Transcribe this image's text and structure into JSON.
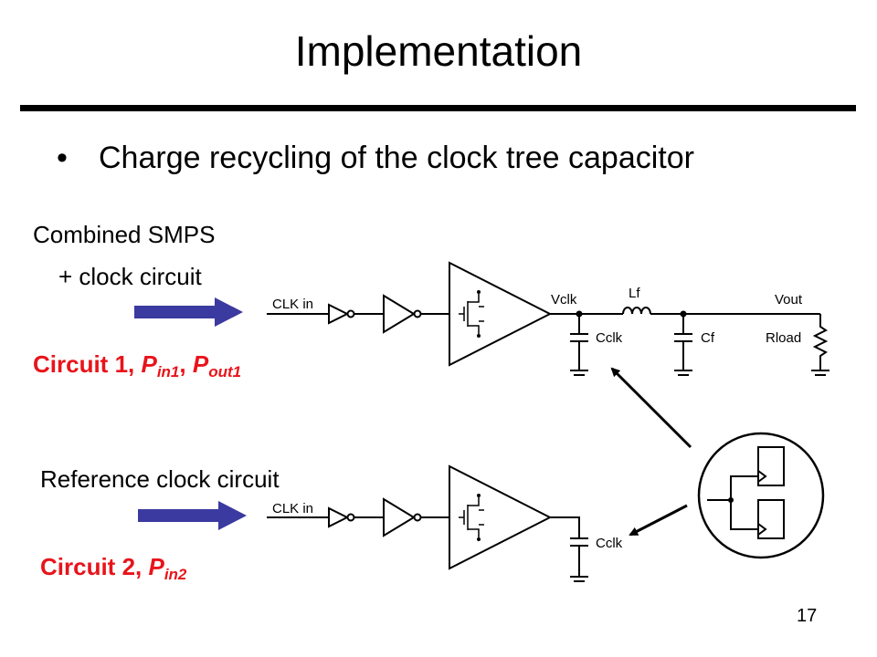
{
  "slide": {
    "title": "Implementation",
    "bullet": "Charge recycling of the clock tree capacitor",
    "page_number": "17"
  },
  "top_block": {
    "label_line1": "Combined SMPS",
    "label_line2": "+ clock circuit",
    "circuit_name": "Circuit 1, ",
    "p_in_sym": "P",
    "p_in_sub": "in1",
    "sep": ", ",
    "p_out_sym": "P",
    "p_out_sub": "out1"
  },
  "bottom_block": {
    "label": "Reference clock circuit",
    "circuit_name": "Circuit 2, ",
    "p_in_sym": "P",
    "p_in_sub": "in2"
  },
  "schematic": {
    "clk_in_top": "CLK in",
    "clk_in_bottom": "CLK in",
    "vclk": "Vclk",
    "lf": "Lf",
    "vout": "Vout",
    "cclk_top": "Cclk",
    "cf": "Cf",
    "rload": "Rload",
    "cclk_bottom": "Cclk"
  },
  "colors": {
    "arrow_fill": "#3a3aa0",
    "highlight_text": "#e8141a"
  }
}
